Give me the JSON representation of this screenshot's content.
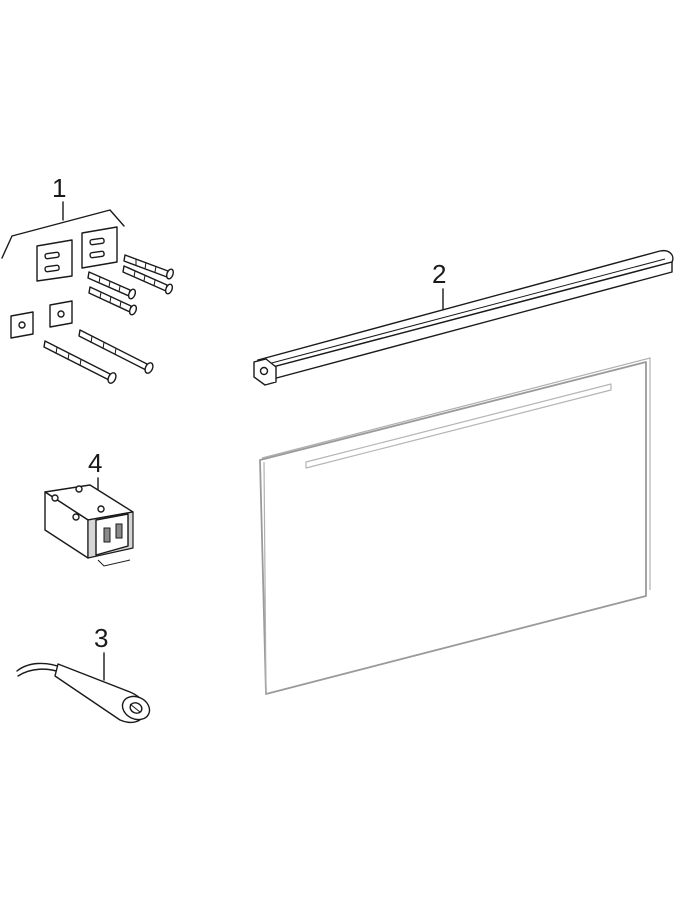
{
  "callouts": {
    "fixing_set": "1",
    "light_bar": "2",
    "sensor_switch": "3",
    "power_supply": "4"
  },
  "colors": {
    "line": "#1a1a1a",
    "mirror_outline": "#9a9a9a",
    "light_strip": "#b5b5b5",
    "background": "#ffffff"
  }
}
